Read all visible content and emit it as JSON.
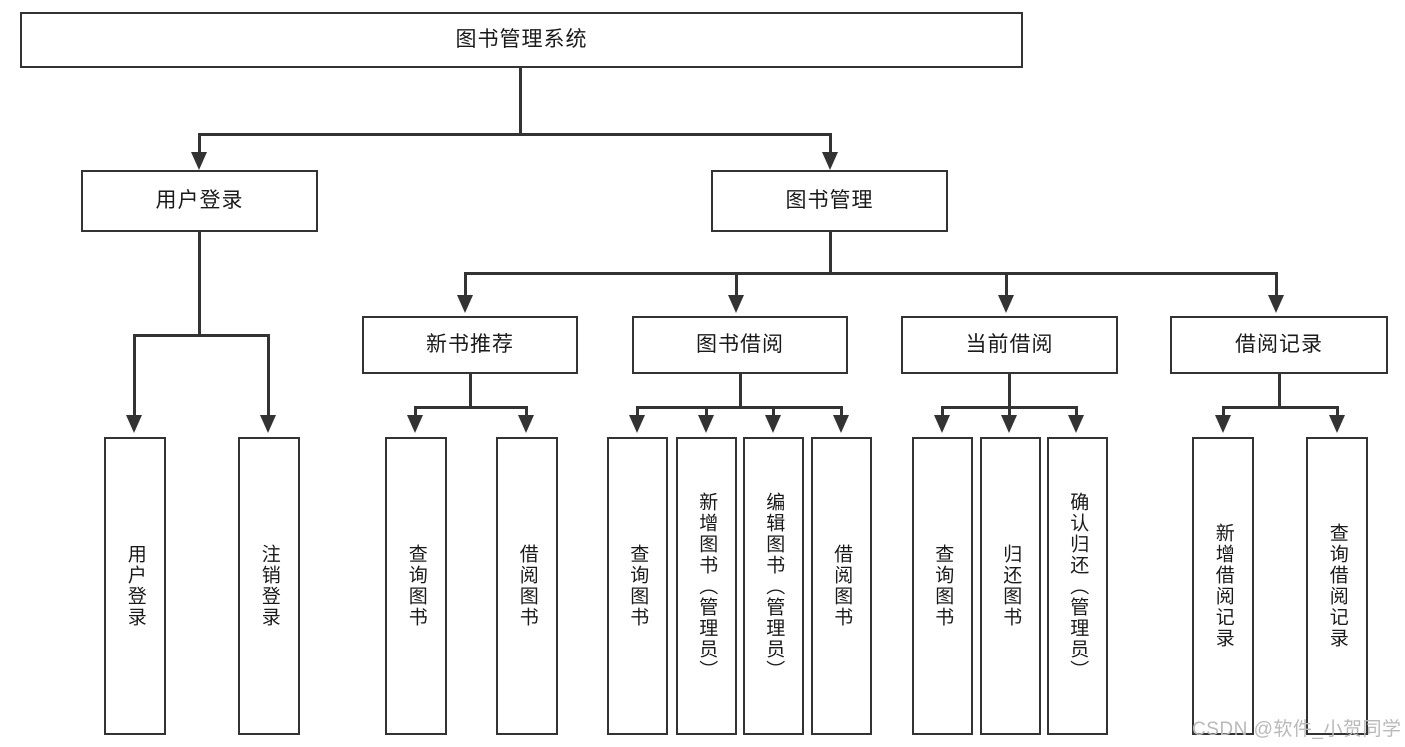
{
  "diagram": {
    "title": "图书管理系统",
    "type": "tree-hierarchy",
    "root": {
      "label": "图书管理系统"
    },
    "level2": [
      {
        "label": "用户登录"
      },
      {
        "label": "图书管理"
      }
    ],
    "level3": [
      {
        "label": "新书推荐"
      },
      {
        "label": "图书借阅"
      },
      {
        "label": "当前借阅"
      },
      {
        "label": "借阅记录"
      }
    ],
    "leaves": {
      "user_login": [
        {
          "label": "用户登录"
        },
        {
          "label": "注销登录"
        }
      ],
      "new_book_recommend": [
        {
          "label": "查询图书"
        },
        {
          "label": "借阅图书"
        }
      ],
      "book_borrow": [
        {
          "label": "查询图书"
        },
        {
          "label": "新增图书（管理员）"
        },
        {
          "label": "编辑图书（管理员）"
        },
        {
          "label": "借阅图书"
        }
      ],
      "current_borrow": [
        {
          "label": "查询图书"
        },
        {
          "label": "归还图书"
        },
        {
          "label": "确认归还（管理员）"
        }
      ],
      "borrow_record": [
        {
          "label": "新增借阅记录"
        },
        {
          "label": "查询借阅记录"
        }
      ]
    }
  },
  "watermark": {
    "text": "CSDN @软件_小贺同学"
  },
  "colors": {
    "stroke": "#333333",
    "text": "#1a1a1a",
    "background": "#ffffff",
    "watermark": "#b9b9b9"
  }
}
